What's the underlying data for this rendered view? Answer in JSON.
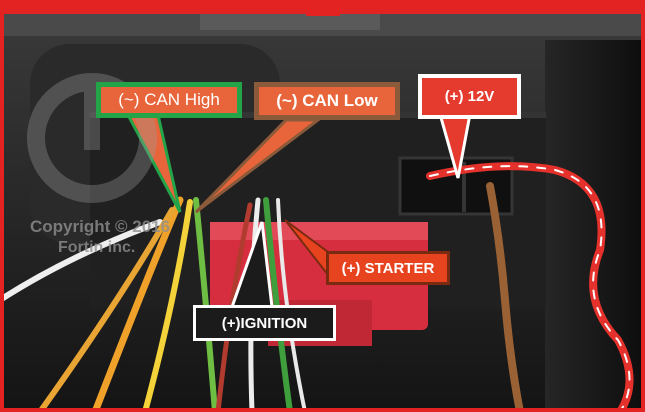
{
  "labels": {
    "can_high": "(~) CAN High",
    "can_low": "(~) CAN Low",
    "plus_12v": "(+) 12V",
    "starter": "(+) STARTER",
    "ignition": "(+)IGNITION"
  },
  "watermark": {
    "line1": "Copyright © 2016",
    "line2": "Fortin inc."
  },
  "colors": {
    "label_orange": "#e8643a",
    "label_red": "#e53a2e",
    "can_high_border": "#23a449",
    "can_low_border": "#8a5a3a",
    "ignition_bg": "#1b1b1b",
    "frame_red": "#e32222"
  }
}
